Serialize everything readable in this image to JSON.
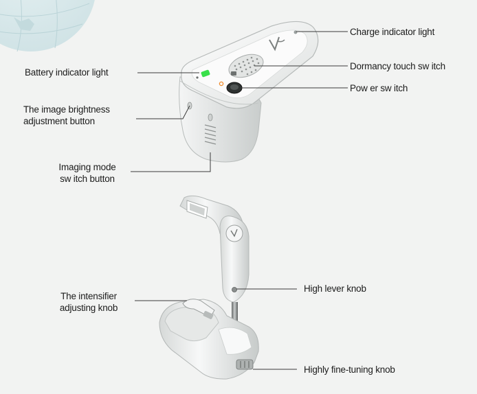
{
  "labels": {
    "charge_indicator": "Charge indicator light",
    "battery_indicator": "Battery indicator light",
    "dormancy_switch": "Dormancy touch sw itch",
    "power_switch": "Pow er sw itch",
    "brightness_button": [
      "The image brightness",
      "adjustment button"
    ],
    "imaging_mode_button": [
      "Imaging mode",
      "sw itch button"
    ],
    "high_lever_knob": "High lever knob",
    "intensifier_knob": [
      "The intensifier",
      "adjusting knob"
    ],
    "fine_tuning_knob": "Highly fine-tuning knob"
  },
  "colors": {
    "battery_led": "#39e04a",
    "power_ring": "#f08a2a",
    "device_body": "#e9ebea"
  }
}
